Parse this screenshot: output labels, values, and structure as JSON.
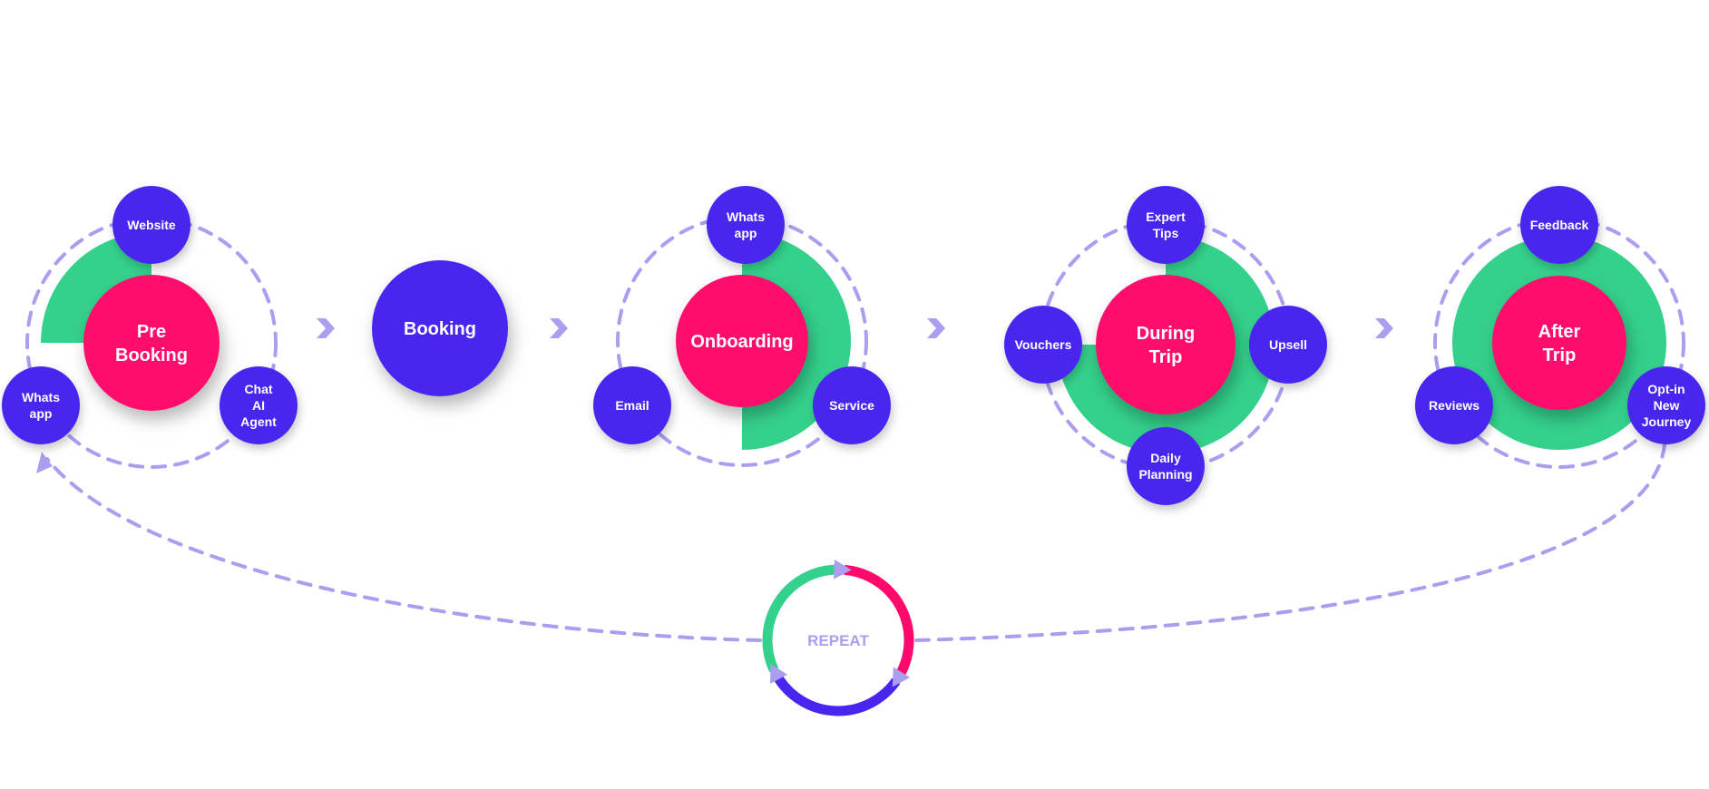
{
  "colors": {
    "purple": "#4a25f0",
    "pink": "#ff0a6c",
    "green": "#34d18c",
    "dash": "#ab9ef0",
    "repeat_text": "#ab9ef0"
  },
  "stages": [
    {
      "id": "pre-booking",
      "lines": [
        "Pre",
        "Booking"
      ],
      "progress": 0.25,
      "satellites": [
        {
          "lines": [
            "Website"
          ]
        },
        {
          "lines": [
            "Whats",
            "app"
          ]
        },
        {
          "lines": [
            "Chat",
            "AI",
            "Agent"
          ]
        }
      ]
    },
    {
      "id": "booking",
      "lines": [
        "Booking"
      ]
    },
    {
      "id": "onboarding",
      "lines": [
        "Onboarding"
      ],
      "progress": 0.5,
      "satellites": [
        {
          "lines": [
            "Whats",
            "app"
          ]
        },
        {
          "lines": [
            "Email"
          ]
        },
        {
          "lines": [
            "Service"
          ]
        }
      ]
    },
    {
      "id": "during-trip",
      "lines": [
        "During",
        "Trip"
      ],
      "progress": 0.75,
      "satellites": [
        {
          "lines": [
            "Expert",
            "Tips"
          ]
        },
        {
          "lines": [
            "Vouchers"
          ]
        },
        {
          "lines": [
            "Upsell"
          ]
        },
        {
          "lines": [
            "Daily",
            "Planning"
          ]
        }
      ]
    },
    {
      "id": "after-trip",
      "lines": [
        "After",
        "Trip"
      ],
      "progress": 1.0,
      "satellites": [
        {
          "lines": [
            "Feedback"
          ]
        },
        {
          "lines": [
            "Reviews"
          ]
        },
        {
          "lines": [
            "Opt-in",
            "New",
            "Journey"
          ]
        }
      ]
    }
  ],
  "repeat": {
    "label": "REPEAT"
  }
}
